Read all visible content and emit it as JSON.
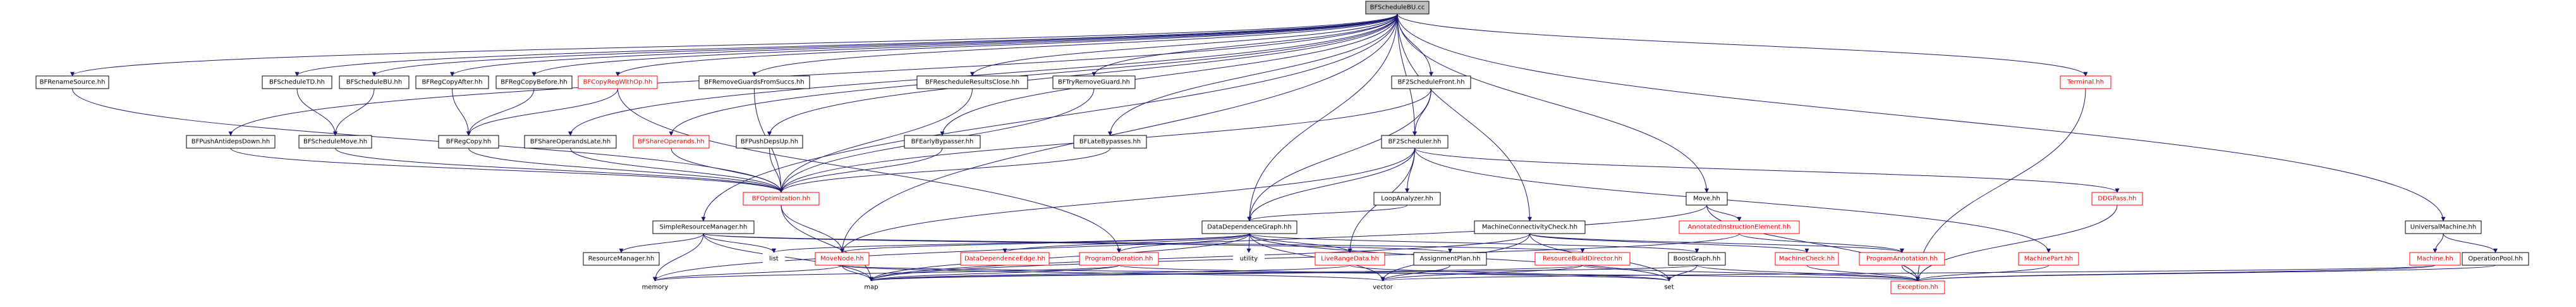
{
  "colors": {
    "edge": "#191970",
    "normal_text": "#000000",
    "missing_text": "#ff0000",
    "normal_border": "#000000",
    "missing_border": "#ff0000",
    "root_fill": "#bfbfbf",
    "fill": "#ffffff"
  },
  "nodes": [
    {
      "id": "BFScheduleBU.cc",
      "label": "BFScheduleBU.cc",
      "kind": "root"
    },
    {
      "id": "BFRenameSource.hh",
      "label": "BFRenameSource.hh",
      "kind": "normal"
    },
    {
      "id": "BFScheduleTD.hh",
      "label": "BFScheduleTD.hh",
      "kind": "normal"
    },
    {
      "id": "BFScheduleBU.hh",
      "label": "BFScheduleBU.hh",
      "kind": "normal"
    },
    {
      "id": "BFRegCopyAfter.hh",
      "label": "BFRegCopyAfter.hh",
      "kind": "normal"
    },
    {
      "id": "BFRegCopyBefore.hh",
      "label": "BFRegCopyBefore.hh",
      "kind": "normal"
    },
    {
      "id": "BFCopyRegWithOp.hh",
      "label": "BFCopyRegWithOp.hh",
      "kind": "missing"
    },
    {
      "id": "BFRemoveGuardsFromSuccs.hh",
      "label": "BFRemoveGuardsFromSuccs.hh",
      "kind": "normal"
    },
    {
      "id": "BFRescheduleResultsClose.hh",
      "label": "BFRescheduleResultsClose.hh",
      "kind": "normal"
    },
    {
      "id": "BFTryRemoveGuard.hh",
      "label": "BFTryRemoveGuard.hh",
      "kind": "normal"
    },
    {
      "id": "BF2ScheduleFront.hh",
      "label": "BF2ScheduleFront.hh",
      "kind": "normal"
    },
    {
      "id": "Terminal.hh",
      "label": "Terminal.hh",
      "kind": "missing"
    },
    {
      "id": "BFPushAntidepsDown.hh",
      "label": "BFPushAntidepsDown.hh",
      "kind": "normal"
    },
    {
      "id": "BFScheduleMove.hh",
      "label": "BFScheduleMove.hh",
      "kind": "normal"
    },
    {
      "id": "BFRegCopy.hh",
      "label": "BFRegCopy.hh",
      "kind": "normal"
    },
    {
      "id": "BFShareOperandsLate.hh",
      "label": "BFShareOperandsLate.hh",
      "kind": "normal"
    },
    {
      "id": "BFShareOperands.hh",
      "label": "BFShareOperands.hh",
      "kind": "missing"
    },
    {
      "id": "BFPushDepsUp.hh",
      "label": "BFPushDepsUp.hh",
      "kind": "normal"
    },
    {
      "id": "BFEarlyBypasser.hh",
      "label": "BFEarlyBypasser.hh",
      "kind": "normal"
    },
    {
      "id": "BFLateBypasses.hh",
      "label": "BFLateBypasses.hh",
      "kind": "normal"
    },
    {
      "id": "BF2Scheduler.hh",
      "label": "BF2Scheduler.hh",
      "kind": "normal"
    },
    {
      "id": "BFOptimization.hh",
      "label": "BFOptimization.hh",
      "kind": "missing"
    },
    {
      "id": "LoopAnalyzer.hh",
      "label": "LoopAnalyzer.hh",
      "kind": "normal"
    },
    {
      "id": "Move.hh",
      "label": "Move.hh",
      "kind": "normal"
    },
    {
      "id": "DDGPass.hh",
      "label": "DDGPass.hh",
      "kind": "missing"
    },
    {
      "id": "UniversalMachine.hh",
      "label": "UniversalMachine.hh",
      "kind": "normal"
    },
    {
      "id": "SimpleResourceManager.hh",
      "label": "SimpleResourceManager.hh",
      "kind": "normal"
    },
    {
      "id": "DataDependenceGraph.hh",
      "label": "DataDependenceGraph.hh",
      "kind": "normal"
    },
    {
      "id": "MachineConnectivityCheck.hh",
      "label": "MachineConnectivityCheck.hh",
      "kind": "normal"
    },
    {
      "id": "AnnotatedInstructionElement.hh",
      "label": "AnnotatedInstructionElement.hh",
      "kind": "missing"
    },
    {
      "id": "ResourceManager.hh",
      "label": "ResourceManager.hh",
      "kind": "normal"
    },
    {
      "id": "list",
      "label": "list",
      "kind": "plain"
    },
    {
      "id": "MoveNode.hh",
      "label": "MoveNode.hh",
      "kind": "missing"
    },
    {
      "id": "DataDependenceEdge.hh",
      "label": "DataDependenceEdge.hh",
      "kind": "missing"
    },
    {
      "id": "ProgramOperation.hh",
      "label": "ProgramOperation.hh",
      "kind": "missing"
    },
    {
      "id": "utility",
      "label": "utility",
      "kind": "plain"
    },
    {
      "id": "LiveRangeData.hh",
      "label": "LiveRangeData.hh",
      "kind": "missing"
    },
    {
      "id": "AssignmentPlan.hh",
      "label": "AssignmentPlan.hh",
      "kind": "normal"
    },
    {
      "id": "ResourceBuildDirector.hh",
      "label": "ResourceBuildDirector.hh",
      "kind": "missing"
    },
    {
      "id": "BoostGraph.hh",
      "label": "BoostGraph.hh",
      "kind": "normal"
    },
    {
      "id": "MachineCheck.hh",
      "label": "MachineCheck.hh",
      "kind": "missing"
    },
    {
      "id": "ProgramAnnotation.hh",
      "label": "ProgramAnnotation.hh",
      "kind": "missing"
    },
    {
      "id": "MachinePart.hh",
      "label": "MachinePart.hh",
      "kind": "missing"
    },
    {
      "id": "Machine.hh",
      "label": "Machine.hh",
      "kind": "missing"
    },
    {
      "id": "OperationPool.hh",
      "label": "OperationPool.hh",
      "kind": "normal"
    },
    {
      "id": "memory",
      "label": "memory",
      "kind": "plain"
    },
    {
      "id": "map",
      "label": "map",
      "kind": "plain"
    },
    {
      "id": "vector",
      "label": "vector",
      "kind": "plain"
    },
    {
      "id": "set",
      "label": "set",
      "kind": "plain"
    },
    {
      "id": "Exception.hh",
      "label": "Exception.hh",
      "kind": "missing"
    }
  ],
  "edges": [
    [
      "BFScheduleBU.cc",
      "BFRenameSource.hh"
    ],
    [
      "BFScheduleBU.cc",
      "BFScheduleTD.hh"
    ],
    [
      "BFScheduleBU.cc",
      "BFScheduleBU.hh"
    ],
    [
      "BFScheduleBU.cc",
      "BFRegCopyAfter.hh"
    ],
    [
      "BFScheduleBU.cc",
      "BFRegCopyBefore.hh"
    ],
    [
      "BFScheduleBU.cc",
      "BFCopyRegWithOp.hh"
    ],
    [
      "BFScheduleBU.cc",
      "BFRemoveGuardsFromSuccs.hh"
    ],
    [
      "BFScheduleBU.cc",
      "BFRescheduleResultsClose.hh"
    ],
    [
      "BFScheduleBU.cc",
      "BFTryRemoveGuard.hh"
    ],
    [
      "BFScheduleBU.cc",
      "BF2ScheduleFront.hh"
    ],
    [
      "BFScheduleBU.cc",
      "Terminal.hh"
    ],
    [
      "BFScheduleBU.cc",
      "BFPushAntidepsDown.hh"
    ],
    [
      "BFScheduleBU.cc",
      "BFShareOperandsLate.hh"
    ],
    [
      "BFScheduleBU.cc",
      "BFShareOperands.hh"
    ],
    [
      "BFScheduleBU.cc",
      "BFPushDepsUp.hh"
    ],
    [
      "BFScheduleBU.cc",
      "BFEarlyBypasser.hh"
    ],
    [
      "BFScheduleBU.cc",
      "BFLateBypasses.hh"
    ],
    [
      "BFScheduleBU.cc",
      "BF2Scheduler.hh"
    ],
    [
      "BFScheduleBU.cc",
      "Move.hh"
    ],
    [
      "BFScheduleBU.cc",
      "UniversalMachine.hh"
    ],
    [
      "BFScheduleBU.cc",
      "SimpleResourceManager.hh"
    ],
    [
      "BFScheduleBU.cc",
      "DataDependenceGraph.hh"
    ],
    [
      "BFScheduleBU.cc",
      "MachineConnectivityCheck.hh"
    ],
    [
      "BFScheduleBU.cc",
      "MoveNode.hh"
    ],
    [
      "BFRenameSource.hh",
      "BFOptimization.hh"
    ],
    [
      "BFScheduleTD.hh",
      "BFScheduleMove.hh"
    ],
    [
      "BFScheduleBU.hh",
      "BFScheduleMove.hh"
    ],
    [
      "BFRegCopyAfter.hh",
      "BFRegCopy.hh"
    ],
    [
      "BFRegCopyBefore.hh",
      "BFRegCopy.hh"
    ],
    [
      "BFCopyRegWithOp.hh",
      "BFRegCopy.hh"
    ],
    [
      "BFCopyRegWithOp.hh",
      "ProgramOperation.hh"
    ],
    [
      "BFRemoveGuardsFromSuccs.hh",
      "BFOptimization.hh"
    ],
    [
      "BFRescheduleResultsClose.hh",
      "BFOptimization.hh"
    ],
    [
      "BFTryRemoveGuard.hh",
      "BFOptimization.hh"
    ],
    [
      "BF2ScheduleFront.hh",
      "BFOptimization.hh"
    ],
    [
      "BF2ScheduleFront.hh",
      "BF2Scheduler.hh"
    ],
    [
      "BF2ScheduleFront.hh",
      "DataDependenceGraph.hh"
    ],
    [
      "Terminal.hh",
      "Exception.hh"
    ],
    [
      "BFPushAntidepsDown.hh",
      "BFOptimization.hh"
    ],
    [
      "BFScheduleMove.hh",
      "BFOptimization.hh"
    ],
    [
      "BFRegCopy.hh",
      "BFOptimization.hh"
    ],
    [
      "BFShareOperandsLate.hh",
      "BFOptimization.hh"
    ],
    [
      "BFShareOperands.hh",
      "BFOptimization.hh"
    ],
    [
      "BFPushDepsUp.hh",
      "BFOptimization.hh"
    ],
    [
      "BFEarlyBypasser.hh",
      "BFOptimization.hh"
    ],
    [
      "BFLateBypasses.hh",
      "BFOptimization.hh"
    ],
    [
      "BF2Scheduler.hh",
      "LoopAnalyzer.hh"
    ],
    [
      "BF2Scheduler.hh",
      "DataDependenceGraph.hh"
    ],
    [
      "BF2Scheduler.hh",
      "DDGPass.hh"
    ],
    [
      "BF2Scheduler.hh",
      "MoveNode.hh"
    ],
    [
      "BF2Scheduler.hh",
      "LiveRangeData.hh"
    ],
    [
      "BF2Scheduler.hh",
      "MachinePart.hh"
    ],
    [
      "BFOptimization.hh",
      "MoveNode.hh"
    ],
    [
      "BFOptimization.hh",
      "map"
    ],
    [
      "LoopAnalyzer.hh",
      "DataDependenceGraph.hh"
    ],
    [
      "Move.hh",
      "AnnotatedInstructionElement.hh"
    ],
    [
      "Move.hh",
      "memory"
    ],
    [
      "Move.hh",
      "Exception.hh"
    ],
    [
      "DDGPass.hh",
      "Exception.hh"
    ],
    [
      "UniversalMachine.hh",
      "Machine.hh"
    ],
    [
      "UniversalMachine.hh",
      "OperationPool.hh"
    ],
    [
      "SimpleResourceManager.hh",
      "ResourceManager.hh"
    ],
    [
      "SimpleResourceManager.hh",
      "list"
    ],
    [
      "SimpleResourceManager.hh",
      "memory"
    ],
    [
      "SimpleResourceManager.hh",
      "map"
    ],
    [
      "SimpleResourceManager.hh",
      "AssignmentPlan.hh"
    ],
    [
      "SimpleResourceManager.hh",
      "ResourceBuildDirector.hh"
    ],
    [
      "DataDependenceGraph.hh",
      "list"
    ],
    [
      "DataDependenceGraph.hh",
      "MoveNode.hh"
    ],
    [
      "DataDependenceGraph.hh",
      "DataDependenceEdge.hh"
    ],
    [
      "DataDependenceGraph.hh",
      "ProgramOperation.hh"
    ],
    [
      "DataDependenceGraph.hh",
      "utility"
    ],
    [
      "DataDependenceGraph.hh",
      "LiveRangeData.hh"
    ],
    [
      "DataDependenceGraph.hh",
      "BoostGraph.hh"
    ],
    [
      "DataDependenceGraph.hh",
      "map"
    ],
    [
      "DataDependenceGraph.hh",
      "vector"
    ],
    [
      "DataDependenceGraph.hh",
      "set"
    ],
    [
      "MachineConnectivityCheck.hh",
      "MachineCheck.hh"
    ],
    [
      "MachineConnectivityCheck.hh",
      "ProgramAnnotation.hh"
    ],
    [
      "MachineConnectivityCheck.hh",
      "vector"
    ],
    [
      "MachineConnectivityCheck.hh",
      "set"
    ],
    [
      "MachineConnectivityCheck.hh",
      "map"
    ],
    [
      "AnnotatedInstructionElement.hh",
      "ProgramAnnotation.hh"
    ],
    [
      "AnnotatedInstructionElement.hh",
      "map"
    ],
    [
      "MoveNode.hh",
      "memory"
    ],
    [
      "MoveNode.hh",
      "map"
    ],
    [
      "MoveNode.hh",
      "vector"
    ],
    [
      "MoveNode.hh",
      "Exception.hh"
    ],
    [
      "ProgramOperation.hh",
      "memory"
    ],
    [
      "ProgramOperation.hh",
      "map"
    ],
    [
      "ProgramOperation.hh",
      "set"
    ],
    [
      "LiveRangeData.hh",
      "map"
    ],
    [
      "LiveRangeData.hh",
      "set"
    ],
    [
      "AssignmentPlan.hh",
      "vector"
    ],
    [
      "ResourceBuildDirector.hh",
      "map"
    ],
    [
      "ResourceBuildDirector.hh",
      "vector"
    ],
    [
      "ResourceBuildDirector.hh",
      "Exception.hh"
    ],
    [
      "BoostGraph.hh",
      "map"
    ],
    [
      "BoostGraph.hh",
      "set"
    ],
    [
      "BoostGraph.hh",
      "Exception.hh"
    ],
    [
      "MachineCheck.hh",
      "Exception.hh"
    ],
    [
      "ProgramAnnotation.hh",
      "Exception.hh"
    ],
    [
      "MachinePart.hh",
      "Exception.hh"
    ],
    [
      "Machine.hh",
      "Exception.hh"
    ],
    [
      "Machine.hh",
      "vector"
    ],
    [
      "OperationPool.hh",
      "Exception.hh"
    ]
  ]
}
